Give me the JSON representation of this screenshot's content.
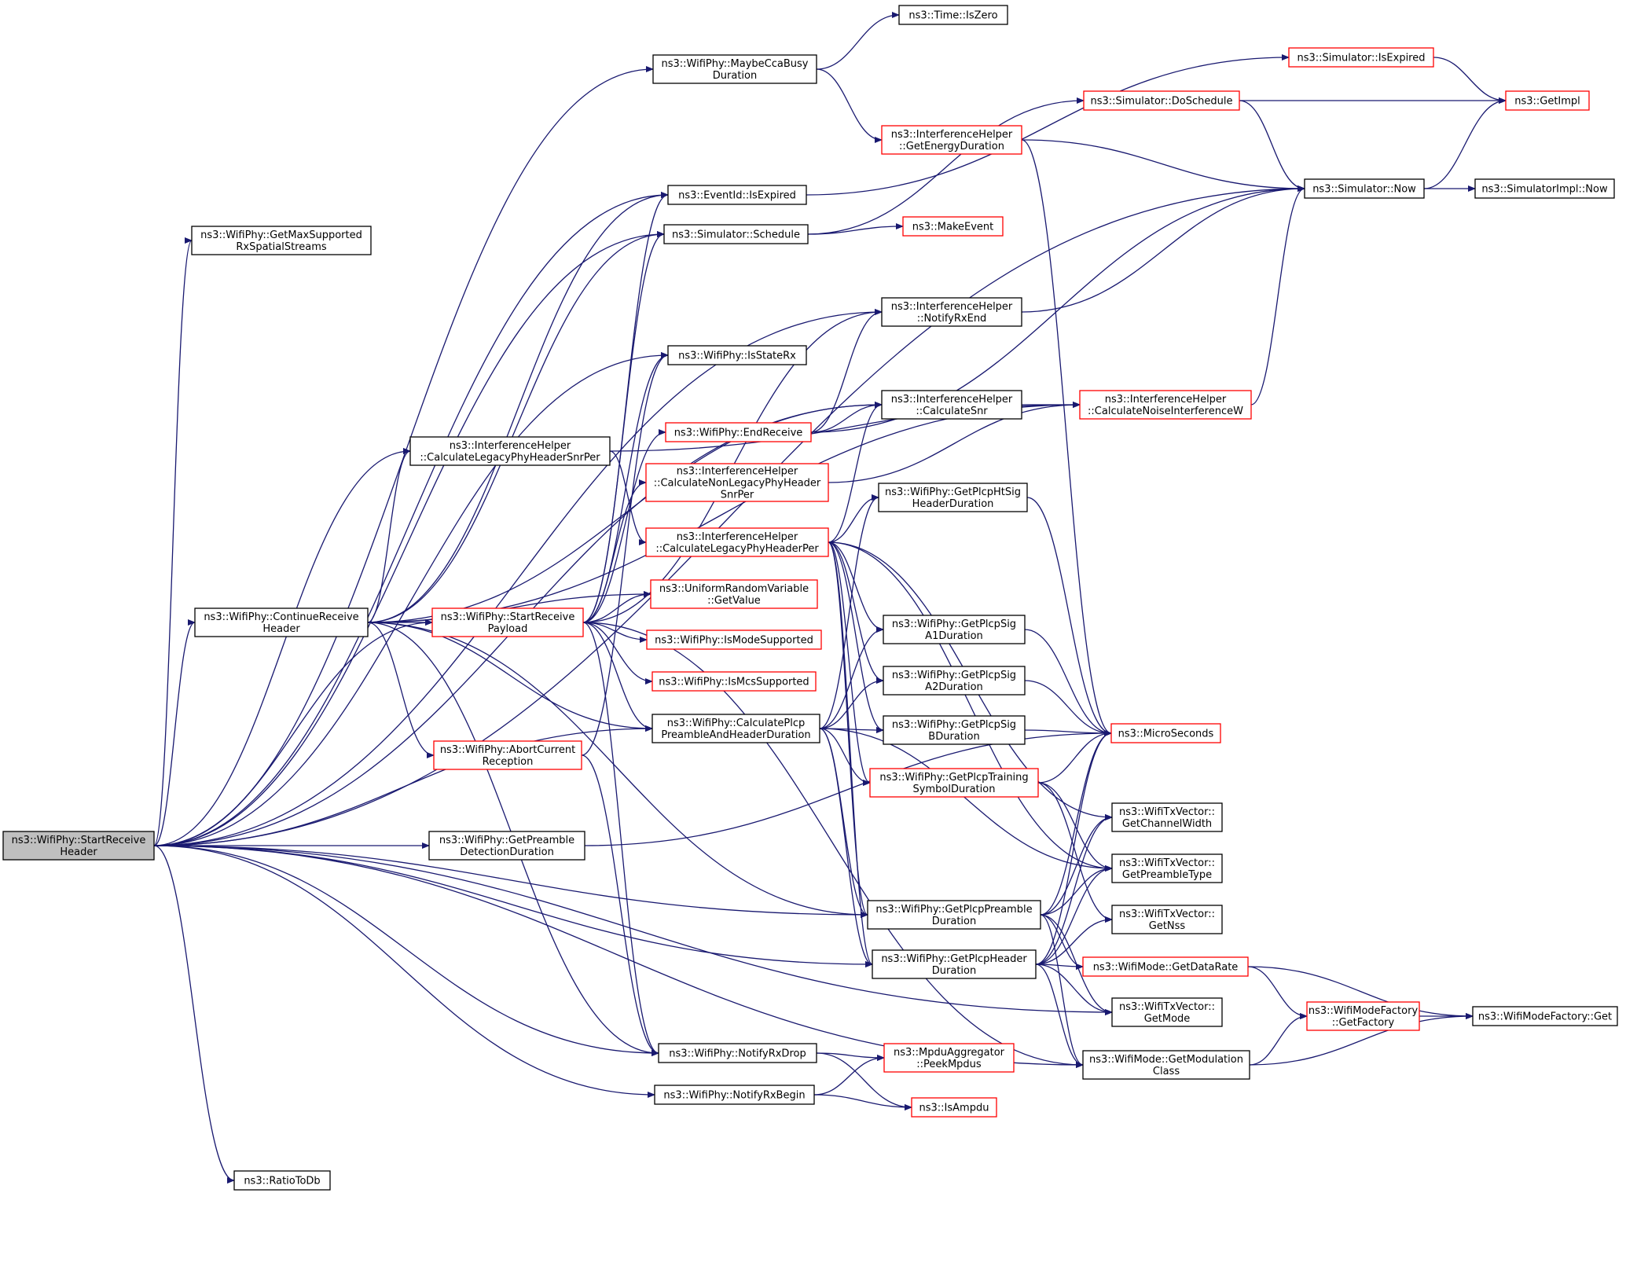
{
  "colors": {
    "node_fill": "#ffffff",
    "node_border_normal": "#000000",
    "node_border_truncated": "#ff0000",
    "node_fill_root": "#bfbfbf",
    "edge": "#191970"
  },
  "nodes": [
    {
      "id": "n_root",
      "lines": [
        "ns3::WifiPhy::StartReceive",
        "Header"
      ],
      "style": "root"
    },
    {
      "id": "n_maybecca",
      "lines": [
        "ns3::WifiPhy::MaybeCcaBusy",
        "Duration"
      ],
      "style": "normal"
    },
    {
      "id": "n_iszero",
      "lines": [
        "ns3::Time::IsZero"
      ],
      "style": "normal"
    },
    {
      "id": "n_simexp",
      "lines": [
        "ns3::Simulator::IsExpired"
      ],
      "style": "truncated"
    },
    {
      "id": "n_getimpl",
      "lines": [
        "ns3::GetImpl"
      ],
      "style": "truncated"
    },
    {
      "id": "n_dosched",
      "lines": [
        "ns3::Simulator::DoSchedule"
      ],
      "style": "truncated"
    },
    {
      "id": "n_energy",
      "lines": [
        "ns3::InterferenceHelper",
        "::GetEnergyDuration"
      ],
      "style": "truncated"
    },
    {
      "id": "n_now",
      "lines": [
        "ns3::Simulator::Now"
      ],
      "style": "normal"
    },
    {
      "id": "n_implnow",
      "lines": [
        "ns3::SimulatorImpl::Now"
      ],
      "style": "normal"
    },
    {
      "id": "n_eventexp",
      "lines": [
        "ns3::EventId::IsExpired"
      ],
      "style": "normal"
    },
    {
      "id": "n_maxss",
      "lines": [
        "ns3::WifiPhy::GetMaxSupported",
        "RxSpatialStreams"
      ],
      "style": "normal"
    },
    {
      "id": "n_schedule",
      "lines": [
        "ns3::Simulator::Schedule"
      ],
      "style": "normal"
    },
    {
      "id": "n_makeevent",
      "lines": [
        "ns3::MakeEvent"
      ],
      "style": "truncated"
    },
    {
      "id": "n_notifyrxend",
      "lines": [
        "ns3::InterferenceHelper",
        "::NotifyRxEnd"
      ],
      "style": "normal"
    },
    {
      "id": "n_isstaterx",
      "lines": [
        "ns3::WifiPhy::IsStateRx"
      ],
      "style": "normal"
    },
    {
      "id": "n_calcsnr",
      "lines": [
        "ns3::InterferenceHelper",
        "::CalculateSnr"
      ],
      "style": "normal"
    },
    {
      "id": "n_calcniw",
      "lines": [
        "ns3::InterferenceHelper",
        "::CalculateNoiseInterferenceW"
      ],
      "style": "truncated"
    },
    {
      "id": "n_legsnrper",
      "lines": [
        "ns3::InterferenceHelper",
        "::CalculateLegacyPhyHeaderSnrPer"
      ],
      "style": "normal"
    },
    {
      "id": "n_endrecv",
      "lines": [
        "ns3::WifiPhy::EndReceive"
      ],
      "style": "truncated"
    },
    {
      "id": "n_nonleg",
      "lines": [
        "ns3::InterferenceHelper",
        "::CalculateNonLegacyPhyHeader",
        "SnrPer"
      ],
      "style": "truncated"
    },
    {
      "id": "n_htsig",
      "lines": [
        "ns3::WifiPhy::GetPlcpHtSig",
        "HeaderDuration"
      ],
      "style": "normal"
    },
    {
      "id": "n_legper",
      "lines": [
        "ns3::InterferenceHelper",
        "::CalculateLegacyPhyHeaderPer"
      ],
      "style": "truncated"
    },
    {
      "id": "n_contrecv",
      "lines": [
        "ns3::WifiPhy::ContinueReceive",
        "Header"
      ],
      "style": "normal"
    },
    {
      "id": "n_startpay",
      "lines": [
        "ns3::WifiPhy::StartReceive",
        "Payload"
      ],
      "style": "truncated"
    },
    {
      "id": "n_urv",
      "lines": [
        "ns3::UniformRandomVariable",
        "::GetValue"
      ],
      "style": "truncated"
    },
    {
      "id": "n_modesup",
      "lines": [
        "ns3::WifiPhy::IsModeSupported"
      ],
      "style": "truncated"
    },
    {
      "id": "n_mcssup",
      "lines": [
        "ns3::WifiPhy::IsMcsSupported"
      ],
      "style": "truncated"
    },
    {
      "id": "n_sigA1",
      "lines": [
        "ns3::WifiPhy::GetPlcpSig",
        "A1Duration"
      ],
      "style": "normal"
    },
    {
      "id": "n_sigA2",
      "lines": [
        "ns3::WifiPhy::GetPlcpSig",
        "A2Duration"
      ],
      "style": "normal"
    },
    {
      "id": "n_sigB",
      "lines": [
        "ns3::WifiPhy::GetPlcpSig",
        "BDuration"
      ],
      "style": "normal"
    },
    {
      "id": "n_micro",
      "lines": [
        "ns3::MicroSeconds"
      ],
      "style": "truncated"
    },
    {
      "id": "n_calcpre",
      "lines": [
        "ns3::WifiPhy::CalculatePlcp",
        "PreambleAndHeaderDuration"
      ],
      "style": "normal"
    },
    {
      "id": "n_abort",
      "lines": [
        "ns3::WifiPhy::AbortCurrent",
        "Reception"
      ],
      "style": "truncated"
    },
    {
      "id": "n_training",
      "lines": [
        "ns3::WifiPhy::GetPlcpTraining",
        "SymbolDuration"
      ],
      "style": "truncated"
    },
    {
      "id": "n_chanw",
      "lines": [
        "ns3::WifiTxVector::",
        "GetChannelWidth"
      ],
      "style": "normal"
    },
    {
      "id": "n_pretype",
      "lines": [
        "ns3::WifiTxVector::",
        "GetPreambleType"
      ],
      "style": "normal"
    },
    {
      "id": "n_predet",
      "lines": [
        "ns3::WifiPhy::GetPreamble",
        "DetectionDuration"
      ],
      "style": "normal"
    },
    {
      "id": "n_preamble",
      "lines": [
        "ns3::WifiPhy::GetPlcpPreamble",
        "Duration"
      ],
      "style": "normal"
    },
    {
      "id": "n_nss",
      "lines": [
        "ns3::WifiTxVector::",
        "GetNss"
      ],
      "style": "normal"
    },
    {
      "id": "n_header",
      "lines": [
        "ns3::WifiPhy::GetPlcpHeader",
        "Duration"
      ],
      "style": "normal"
    },
    {
      "id": "n_datarate",
      "lines": [
        "ns3::WifiMode::GetDataRate"
      ],
      "style": "truncated"
    },
    {
      "id": "n_factory",
      "lines": [
        "ns3::WifiModeFactory",
        "::GetFactory"
      ],
      "style": "truncated"
    },
    {
      "id": "n_factget",
      "lines": [
        "ns3::WifiModeFactory::Get"
      ],
      "style": "normal"
    },
    {
      "id": "n_getmode",
      "lines": [
        "ns3::WifiTxVector::",
        "GetMode"
      ],
      "style": "normal"
    },
    {
      "id": "n_rxdrop",
      "lines": [
        "ns3::WifiPhy::NotifyRxDrop"
      ],
      "style": "normal"
    },
    {
      "id": "n_peek",
      "lines": [
        "ns3::MpduAggregator",
        "::PeekMpdus"
      ],
      "style": "truncated"
    },
    {
      "id": "n_modclass",
      "lines": [
        "ns3::WifiMode::GetModulation",
        "Class"
      ],
      "style": "normal"
    },
    {
      "id": "n_rxbegin",
      "lines": [
        "ns3::WifiPhy::NotifyRxBegin"
      ],
      "style": "normal"
    },
    {
      "id": "n_isampdu",
      "lines": [
        "ns3::IsAmpdu"
      ],
      "style": "truncated"
    },
    {
      "id": "n_ratio",
      "lines": [
        "ns3::RatioToDb"
      ],
      "style": "normal"
    }
  ],
  "edges": [
    [
      "n_root",
      "n_maybecca"
    ],
    [
      "n_root",
      "n_eventexp"
    ],
    [
      "n_root",
      "n_now"
    ],
    [
      "n_root",
      "n_maxss"
    ],
    [
      "n_root",
      "n_schedule"
    ],
    [
      "n_root",
      "n_notifyrxend"
    ],
    [
      "n_root",
      "n_legsnrper"
    ],
    [
      "n_root",
      "n_contrecv"
    ],
    [
      "n_root",
      "n_startpay"
    ],
    [
      "n_root",
      "n_calcpre"
    ],
    [
      "n_root",
      "n_predet"
    ],
    [
      "n_root",
      "n_preamble"
    ],
    [
      "n_root",
      "n_header"
    ],
    [
      "n_root",
      "n_getmode"
    ],
    [
      "n_root",
      "n_rxdrop"
    ],
    [
      "n_root",
      "n_rxbegin"
    ],
    [
      "n_root",
      "n_ratio"
    ],
    [
      "n_root",
      "n_modclass"
    ],
    [
      "n_root",
      "n_isstaterx"
    ],
    [
      "n_root",
      "n_calcsnr"
    ],
    [
      "n_maybecca",
      "n_iszero"
    ],
    [
      "n_maybecca",
      "n_energy"
    ],
    [
      "n_simexp",
      "n_getimpl"
    ],
    [
      "n_dosched",
      "n_getimpl"
    ],
    [
      "n_dosched",
      "n_now"
    ],
    [
      "n_energy",
      "n_now"
    ],
    [
      "n_energy",
      "n_micro"
    ],
    [
      "n_now",
      "n_getimpl"
    ],
    [
      "n_now",
      "n_implnow"
    ],
    [
      "n_eventexp",
      "n_simexp"
    ],
    [
      "n_schedule",
      "n_dosched"
    ],
    [
      "n_schedule",
      "n_makeevent"
    ],
    [
      "n_notifyrxend",
      "n_now"
    ],
    [
      "n_calcsnr",
      "n_calcniw"
    ],
    [
      "n_calcniw",
      "n_now"
    ],
    [
      "n_legsnrper",
      "n_legper"
    ],
    [
      "n_legsnrper",
      "n_calcniw"
    ],
    [
      "n_endrecv",
      "n_notifyrxend"
    ],
    [
      "n_endrecv",
      "n_calcsnr"
    ],
    [
      "n_endrecv",
      "n_now"
    ],
    [
      "n_nonleg",
      "n_calcniw"
    ],
    [
      "n_htsig",
      "n_micro"
    ],
    [
      "n_legper",
      "n_calcsnr"
    ],
    [
      "n_legper",
      "n_htsig"
    ],
    [
      "n_legper",
      "n_sigA1"
    ],
    [
      "n_legper",
      "n_sigA2"
    ],
    [
      "n_legper",
      "n_sigB"
    ],
    [
      "n_legper",
      "n_training"
    ],
    [
      "n_legper",
      "n_chanw"
    ],
    [
      "n_legper",
      "n_pretype"
    ],
    [
      "n_legper",
      "n_preamble"
    ],
    [
      "n_legper",
      "n_header"
    ],
    [
      "n_contrecv",
      "n_legsnrper"
    ],
    [
      "n_contrecv",
      "n_startpay"
    ],
    [
      "n_contrecv",
      "n_urv"
    ],
    [
      "n_contrecv",
      "n_abort"
    ],
    [
      "n_contrecv",
      "n_calcpre"
    ],
    [
      "n_contrecv",
      "n_eventexp"
    ],
    [
      "n_contrecv",
      "n_schedule"
    ],
    [
      "n_contrecv",
      "n_calcniw"
    ],
    [
      "n_contrecv",
      "n_calcsnr"
    ],
    [
      "n_contrecv",
      "n_rxdrop"
    ],
    [
      "n_contrecv",
      "n_preamble"
    ],
    [
      "n_startpay",
      "n_isstaterx"
    ],
    [
      "n_startpay",
      "n_endrecv"
    ],
    [
      "n_startpay",
      "n_nonleg"
    ],
    [
      "n_startpay",
      "n_urv"
    ],
    [
      "n_startpay",
      "n_modesup"
    ],
    [
      "n_startpay",
      "n_mcssup"
    ],
    [
      "n_startpay",
      "n_calcpre"
    ],
    [
      "n_startpay",
      "n_eventexp"
    ],
    [
      "n_startpay",
      "n_schedule"
    ],
    [
      "n_startpay",
      "n_notifyrxend"
    ],
    [
      "n_startpay",
      "n_rxdrop"
    ],
    [
      "n_startpay",
      "n_modclass"
    ],
    [
      "n_sigA1",
      "n_micro"
    ],
    [
      "n_sigA2",
      "n_micro"
    ],
    [
      "n_sigB",
      "n_micro"
    ],
    [
      "n_calcpre",
      "n_preamble"
    ],
    [
      "n_calcpre",
      "n_header"
    ],
    [
      "n_calcpre",
      "n_training"
    ],
    [
      "n_calcpre",
      "n_sigA1"
    ],
    [
      "n_calcpre",
      "n_sigA2"
    ],
    [
      "n_calcpre",
      "n_sigB"
    ],
    [
      "n_calcpre",
      "n_htsig"
    ],
    [
      "n_calcpre",
      "n_pretype"
    ],
    [
      "n_abort",
      "n_isstaterx"
    ],
    [
      "n_abort",
      "n_rxdrop"
    ],
    [
      "n_training",
      "n_micro"
    ],
    [
      "n_training",
      "n_pretype"
    ],
    [
      "n_training",
      "n_nss"
    ],
    [
      "n_predet",
      "n_micro"
    ],
    [
      "n_preamble",
      "n_micro"
    ],
    [
      "n_preamble",
      "n_pretype"
    ],
    [
      "n_preamble",
      "n_chanw"
    ],
    [
      "n_preamble",
      "n_datarate"
    ],
    [
      "n_preamble",
      "n_getmode"
    ],
    [
      "n_preamble",
      "n_modclass"
    ],
    [
      "n_header",
      "n_micro"
    ],
    [
      "n_header",
      "n_pretype"
    ],
    [
      "n_header",
      "n_datarate"
    ],
    [
      "n_header",
      "n_getmode"
    ],
    [
      "n_header",
      "n_modclass"
    ],
    [
      "n_header",
      "n_nss"
    ],
    [
      "n_header",
      "n_chanw"
    ],
    [
      "n_datarate",
      "n_factory"
    ],
    [
      "n_datarate",
      "n_factget"
    ],
    [
      "n_factory",
      "n_factget"
    ],
    [
      "n_modclass",
      "n_factory"
    ],
    [
      "n_modclass",
      "n_factget"
    ],
    [
      "n_rxdrop",
      "n_peek"
    ],
    [
      "n_rxdrop",
      "n_isampdu"
    ],
    [
      "n_rxbegin",
      "n_peek"
    ],
    [
      "n_rxbegin",
      "n_isampdu"
    ]
  ]
}
